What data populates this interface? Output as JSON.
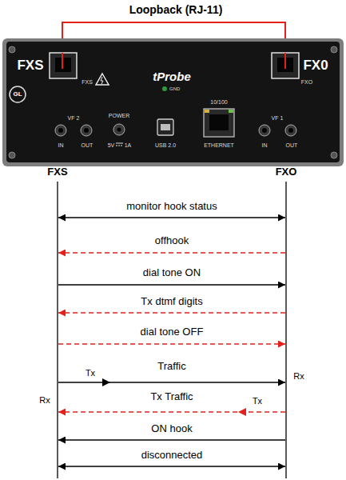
{
  "diagram": {
    "labels": [
      "Loopback (RJ-11)",
      "FXS",
      "FX0",
      "GL",
      "FXS",
      "tProbe",
      "GND",
      "10/100",
      "FXO",
      "VF 2",
      "IN",
      "OUT",
      "POWER",
      "5V",
      "1A",
      "USB 2.0",
      "ETHERNET",
      "VF 1",
      "IN",
      "OUT",
      "FXS",
      "FXO",
      "monitor hook status",
      "offhook",
      "dial tone ON",
      "Tx dtmf digits",
      "dial tone OFF",
      "Traffic",
      "Tx",
      "Rx",
      "Tx Traffic",
      "Tx",
      "Rx",
      "ON hook",
      "disconnected"
    ]
  }
}
